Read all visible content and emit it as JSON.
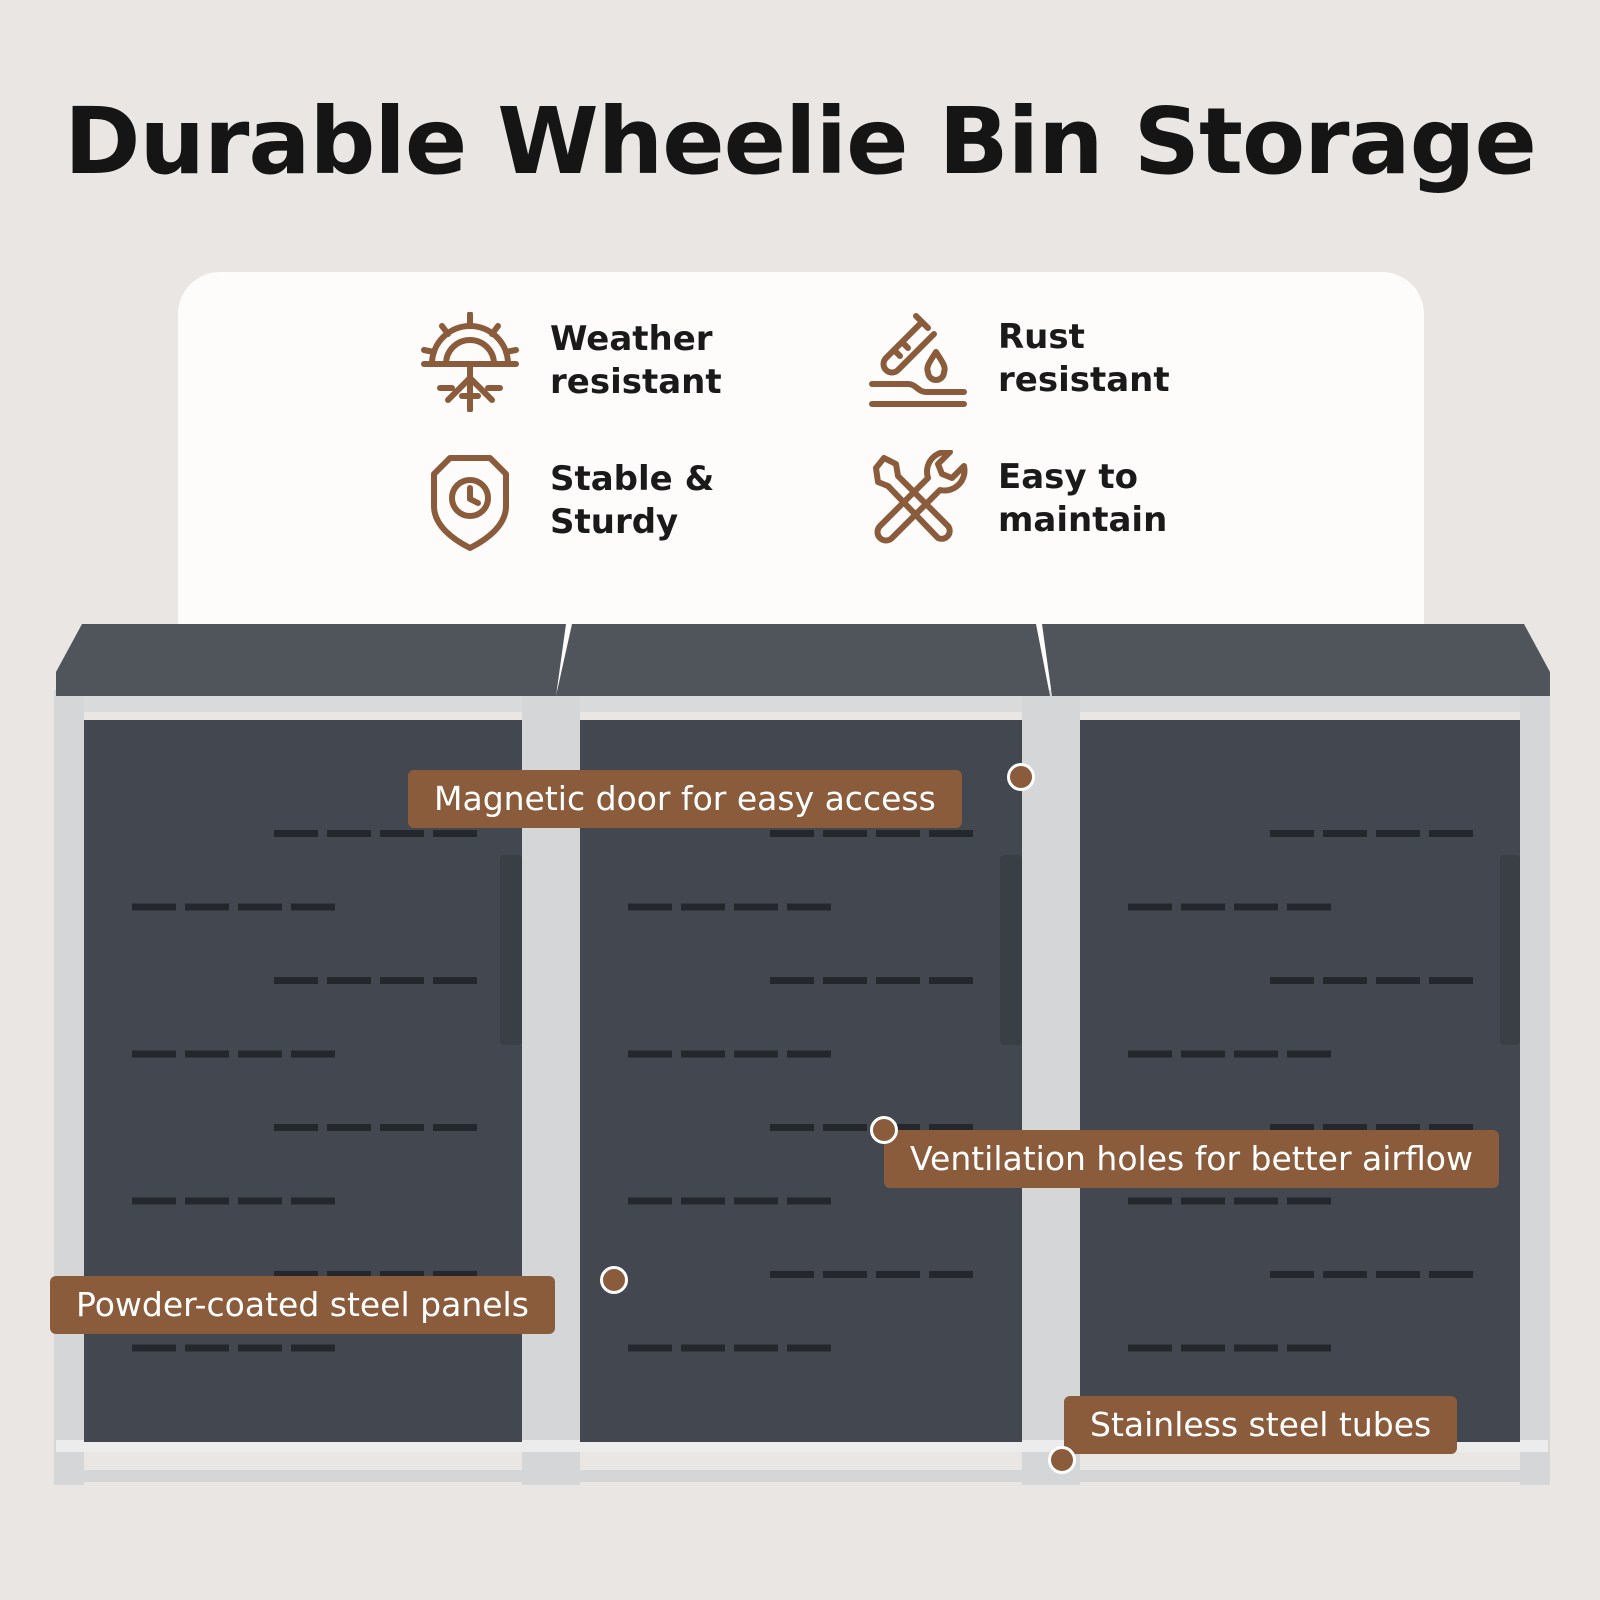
{
  "title": "Durable Wheelie Bin Storage",
  "colors": {
    "background": "#e9e6e3",
    "card": "#fdfcfb",
    "accent": "#8a5c3c",
    "panel": "#434850",
    "lid": "#50555c",
    "frame": "#d4d6d8"
  },
  "features": [
    {
      "icon": "snowflake-sun-icon",
      "label": "Weather\nresistant"
    },
    {
      "icon": "test-tube-drop-icon",
      "label": "Rust\nresistant"
    },
    {
      "icon": "shield-clock-icon",
      "label": "Stable &\nSturdy"
    },
    {
      "icon": "wrench-screwdriver-icon",
      "label": "Easy to\nmaintain"
    }
  ],
  "callouts": [
    {
      "label": "Magnetic door for easy access"
    },
    {
      "label": "Ventilation holes for better airflow"
    },
    {
      "label": "Powder-coated steel panels"
    },
    {
      "label": "Stainless steel tubes"
    }
  ]
}
